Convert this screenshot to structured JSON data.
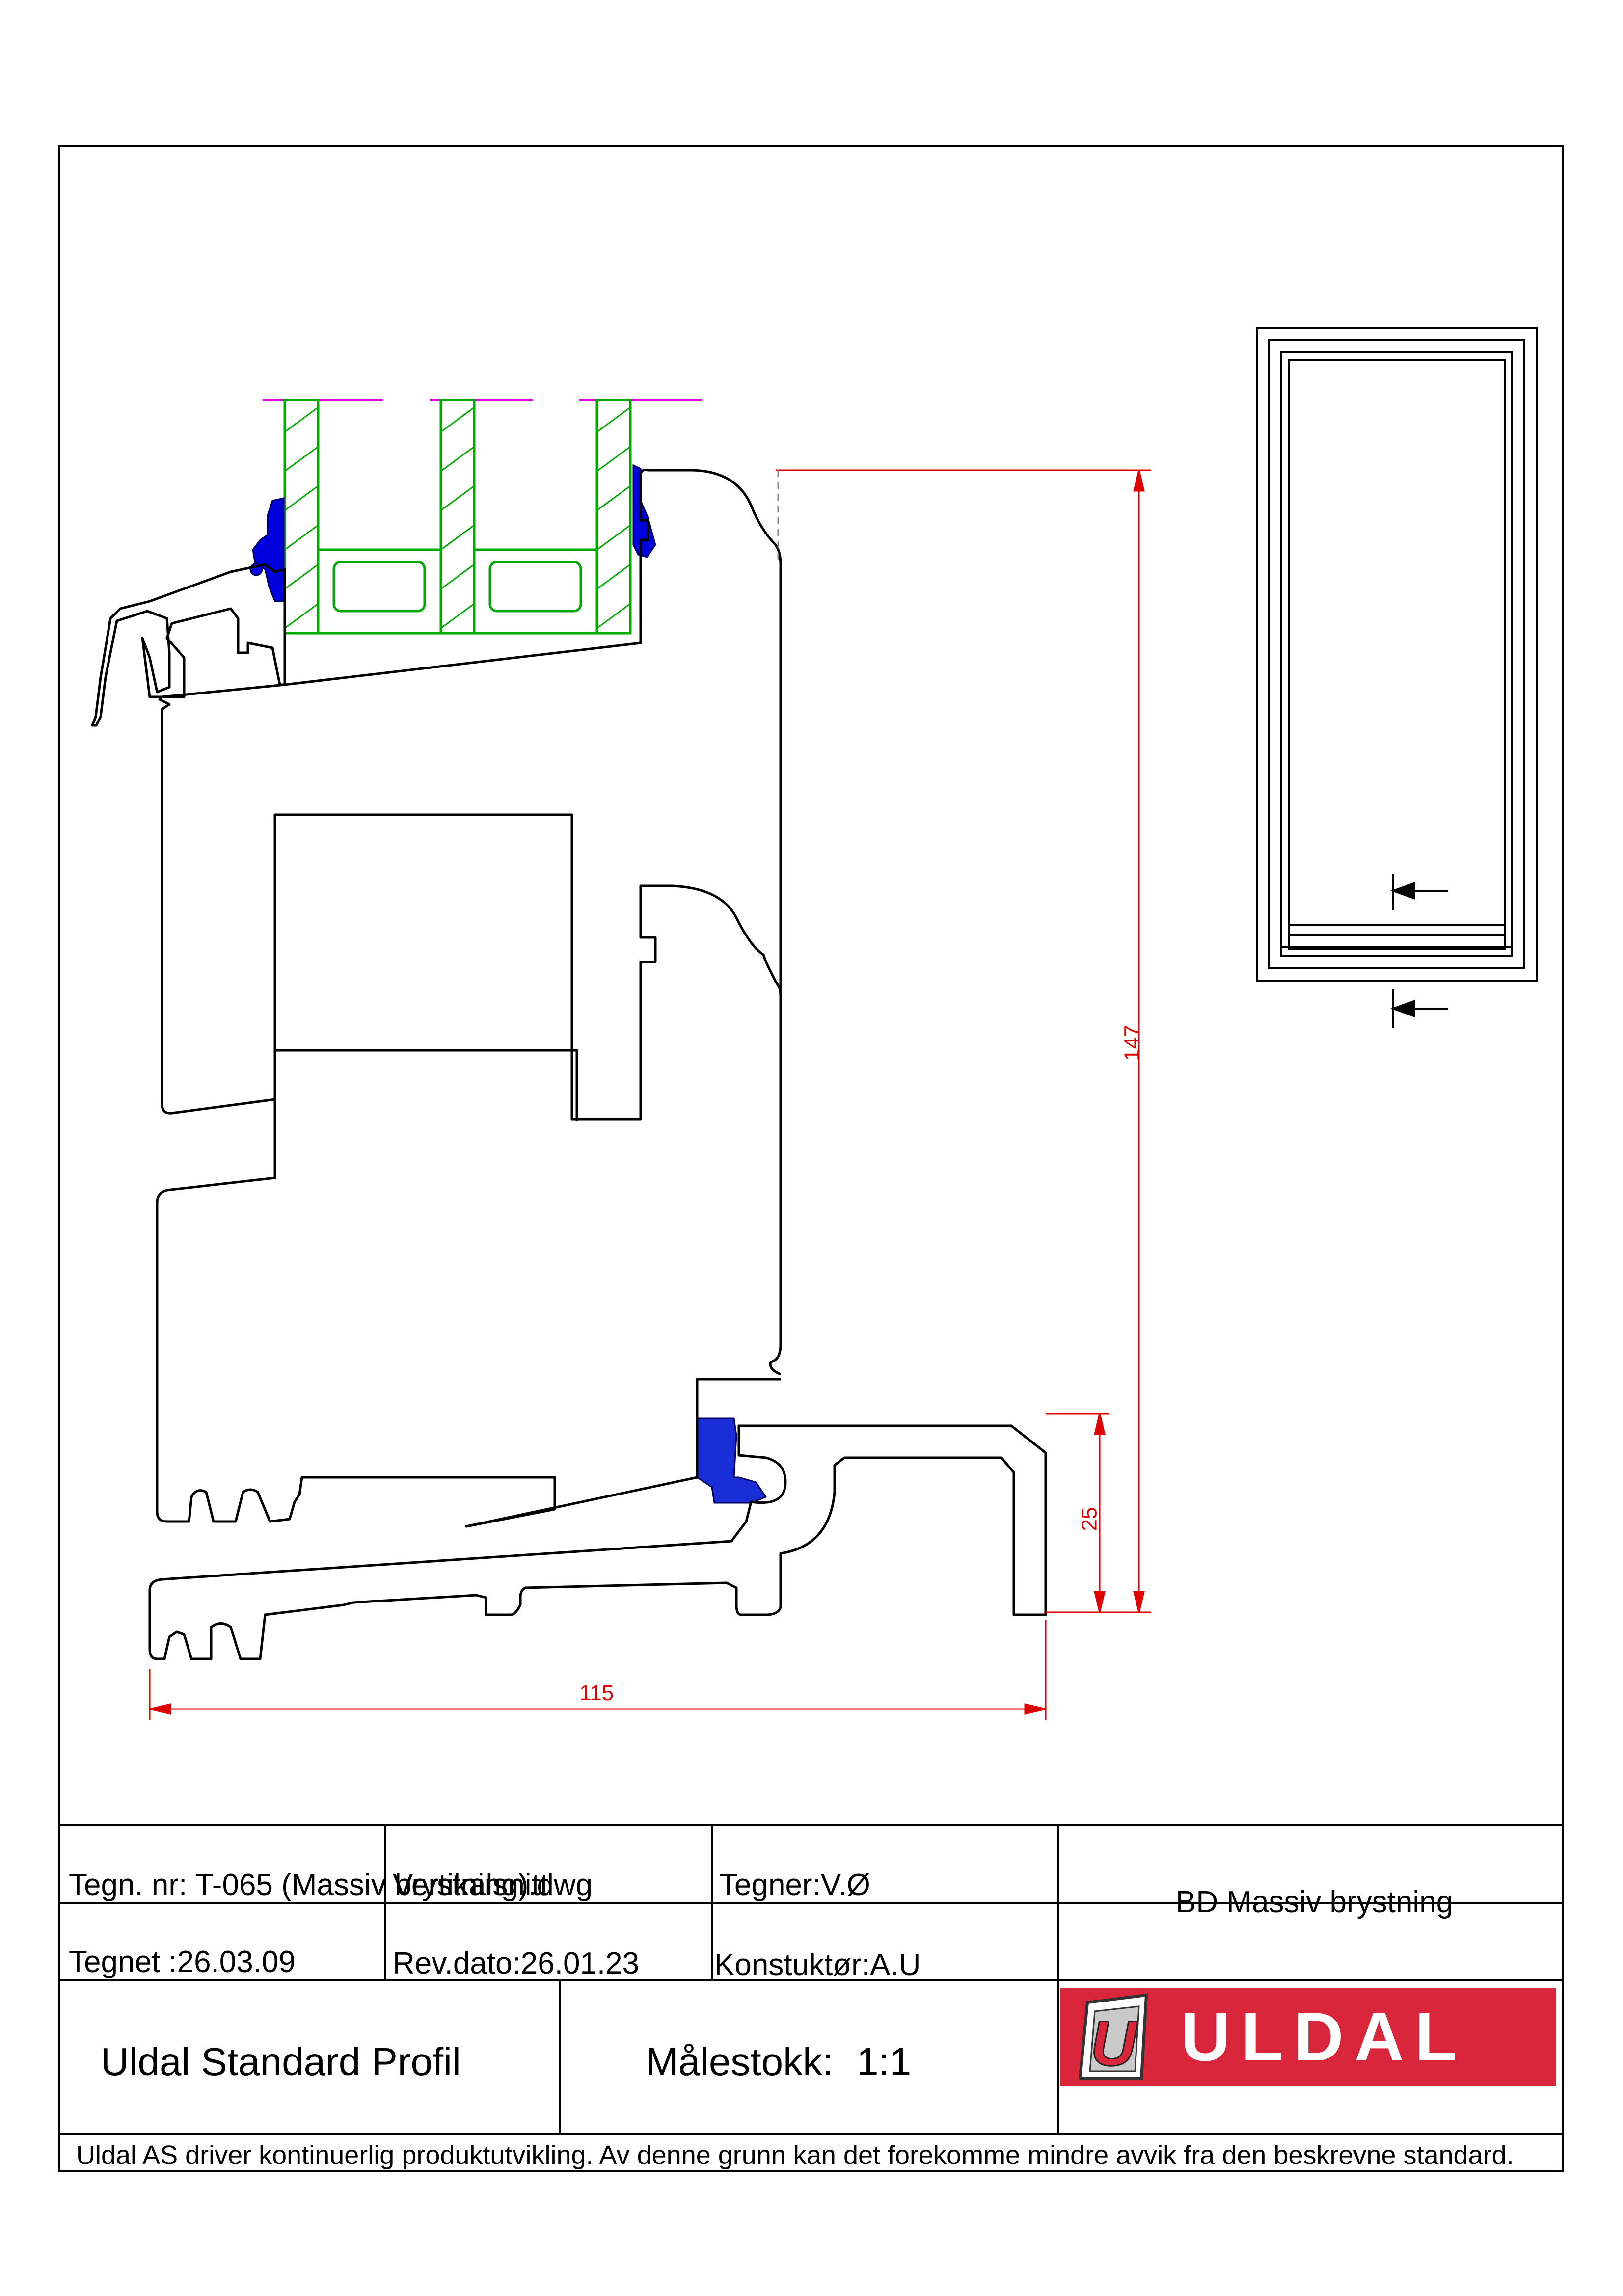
{
  "drawing": {
    "dimensions": {
      "height_total": "147",
      "height_sill": "25",
      "width_total": "115"
    }
  },
  "title_block": {
    "drawing_number": "Tegn. nr: T-065 (Massiv brystning).dwg",
    "overlap_text": "Vertikalsnitt",
    "drawn_by": "Tegner:V.Ø",
    "title": "BD Massiv brystning",
    "drawn_date": "Tegnet :26.03.09",
    "revision_date": "Rev.dato:26.01.23",
    "designer": "Konstuktør:A.U",
    "profile_series": "Uldal Standard Profil",
    "scale": "Målestokk:",
    "scale_value": "1:1",
    "disclaimer": "Uldal AS driver kontinuerlig produktutvikling. Av denne grunn kan det forekomme mindre avvik fra den beskrevne standard."
  },
  "logo": {
    "mark": "U",
    "text": "ULDAL",
    "color": "#d9263a"
  },
  "colors": {
    "glass": "#00aa00",
    "gasket": "#0000dd",
    "dimension": "#e00000",
    "center_line": "#e000e0"
  }
}
